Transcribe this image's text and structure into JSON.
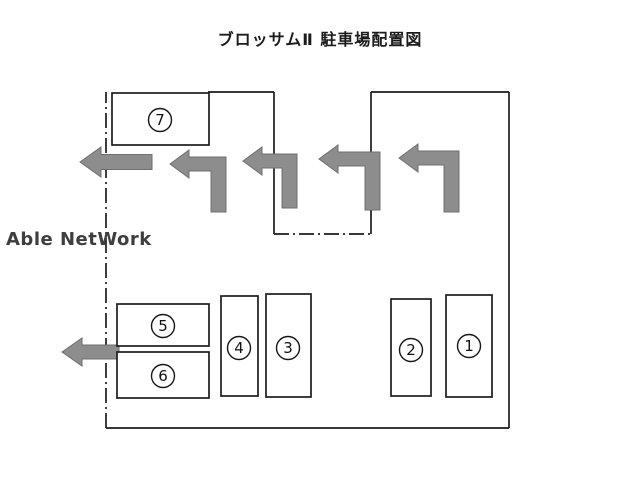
{
  "title": "ブロッサムⅡ 駐車場配置図",
  "watermark": "Able NetWork",
  "diagram": {
    "space_labels": [
      "1",
      "2",
      "3",
      "4",
      "5",
      "6",
      "7"
    ],
    "arrows": [
      {
        "name": "exit-arrow-top-left",
        "shape": "straight-left"
      },
      {
        "name": "turn-arrow-1",
        "shape": "up-then-left"
      },
      {
        "name": "turn-arrow-2",
        "shape": "up-then-left"
      },
      {
        "name": "turn-arrow-3",
        "shape": "up-then-left"
      },
      {
        "name": "turn-arrow-4",
        "shape": "up-then-left"
      },
      {
        "name": "exit-arrow-bottom-left",
        "shape": "straight-left"
      }
    ],
    "colors": {
      "line": "#1c1c1c",
      "arrow_fill": "#8d8d8d",
      "arrow_stroke": "#6f6f6f",
      "background": "#ffffff"
    }
  }
}
